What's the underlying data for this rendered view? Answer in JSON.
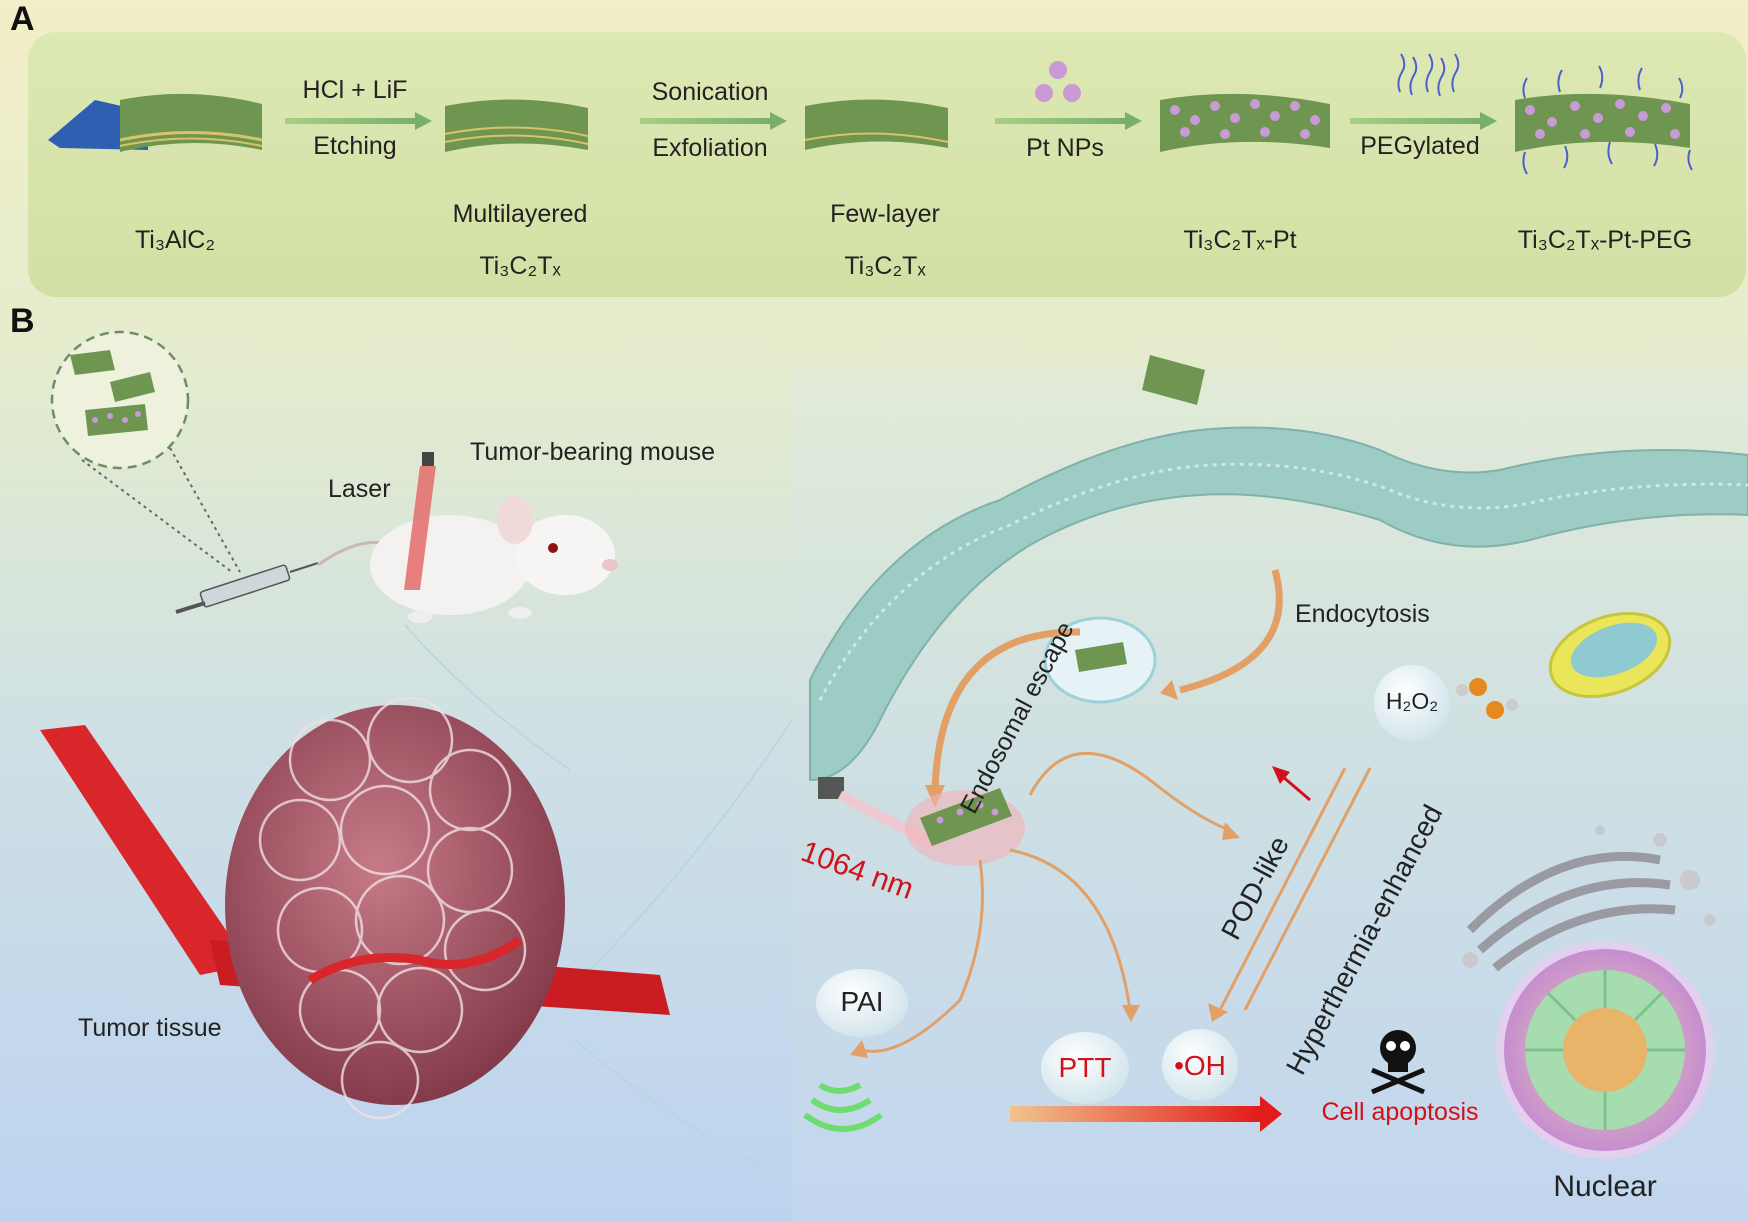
{
  "panel_a": {
    "letter": "A",
    "steps": [
      {
        "compound": "Ti₃AlC₂"
      },
      {
        "arrow_top": "HCl + LiF",
        "arrow_bottom": "Etching",
        "compound_line1": "Multilayered",
        "compound_line2": "Ti₃C₂Tₓ"
      },
      {
        "arrow_top": "Sonication",
        "arrow_bottom": "Exfoliation",
        "compound_line1": "Few-layer",
        "compound_line2": "Ti₃C₂Tₓ"
      },
      {
        "arrow_bottom": "Pt NPs",
        "compound": "Ti₃C₂Tₓ-Pt"
      },
      {
        "arrow_bottom": "PEGylated",
        "compound": "Ti₃C₂Tₓ-Pt-PEG"
      }
    ]
  },
  "panel_b": {
    "letter": "B",
    "laser": "Laser",
    "mouse": "Tumor-bearing mouse",
    "tumor_tissue": "Tumor tissue",
    "endocytosis": "Endocytosis",
    "endosomal_escape": "Endosomal escape",
    "wavelength": "1064 nm",
    "h2o2": "H₂O₂",
    "pod_like": "POD-like",
    "hyperthermia": "Hyperthermia-enhanced",
    "pai": "PAI",
    "ptt": "PTT",
    "oh": "•OH",
    "apoptosis": "Cell apoptosis",
    "nuclear": "Nuclear"
  },
  "colors": {
    "sheet_green": "#6e9650",
    "pt_particle": "#c99ad6",
    "peg_blue": "#4a5fd0",
    "membrane": "#93c6be",
    "vessel_red": "#d9262a",
    "tumor": "#b1606e",
    "arrow_orange": "#e2a067",
    "text_red": "#d0121b"
  }
}
